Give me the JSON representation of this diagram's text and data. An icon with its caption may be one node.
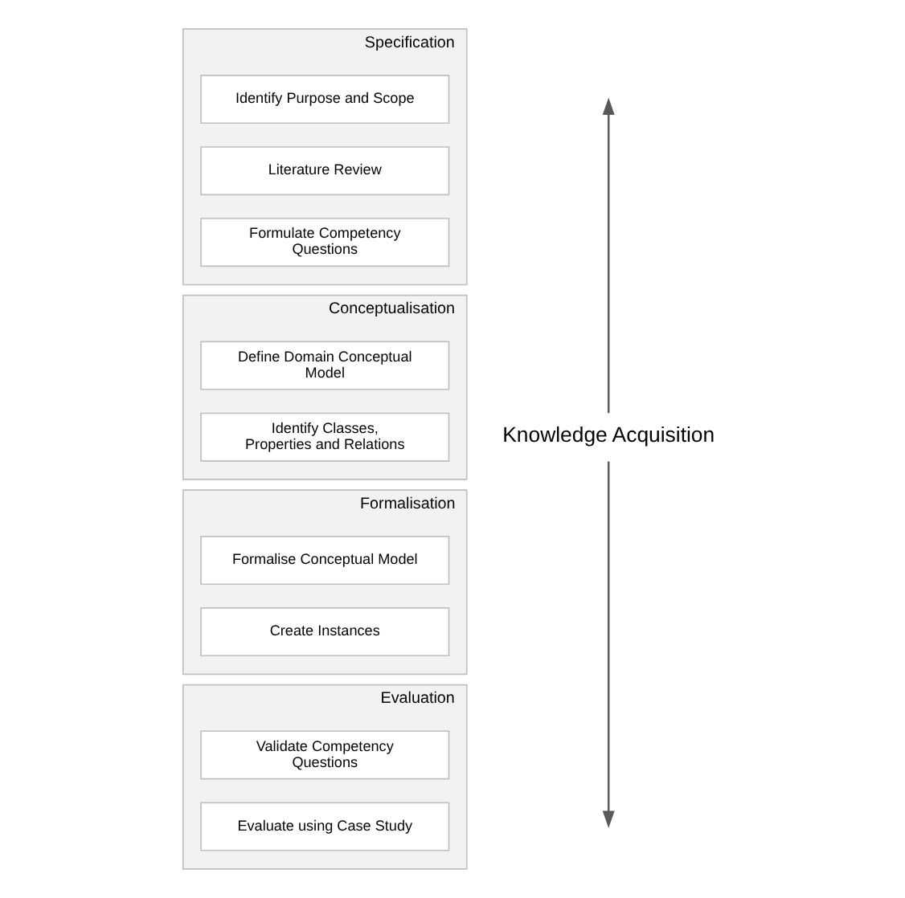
{
  "diagram": {
    "nodes": [
      {
        "text": [
          "Specification"
        ]
      },
      {
        "text": [
          "Identify Purpose and Scope"
        ],
        "in": 0
      },
      {
        "text": [
          "Literature Review"
        ],
        "in": 0
      },
      {
        "text": [
          "Formulate Competency Questions"
        ],
        "in": 0
      },
      {
        "text": [
          "Conceptualisation"
        ]
      },
      {
        "text": [
          "Define Domain Conceptual Model"
        ],
        "in": 4
      },
      {
        "text": [
          "Identify Classes, Properties and Relations"
        ],
        "in": 4
      },
      {
        "text": [
          "Formalisation"
        ]
      },
      {
        "text": [
          "Formalise Conceptual Model"
        ],
        "in": 7
      },
      {
        "text": [
          "Create Instances"
        ],
        "in": 7
      },
      {
        "text": [
          "Evaluation"
        ]
      },
      {
        "text": [
          "Validate Competency Questions"
        ],
        "in": 10
      },
      {
        "text": [
          "Evaluate using Case Study"
        ],
        "in": 10
      }
    ],
    "edges": [],
    "labels": [
      "Knowledge Acquisition"
    ]
  }
}
